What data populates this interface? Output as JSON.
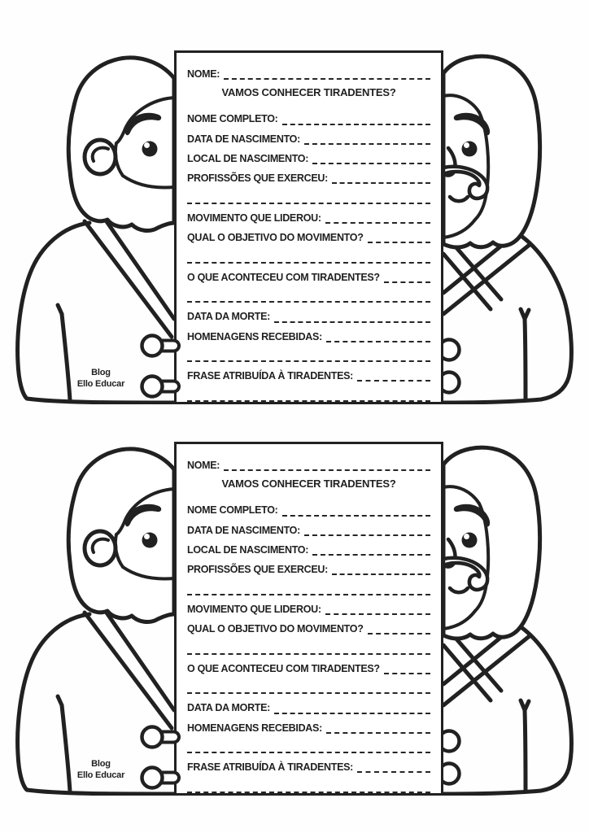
{
  "ink": "#212121",
  "background": "#ffffff",
  "copies": 2,
  "worksheet": {
    "name_field": {
      "label": "NOME:"
    },
    "title": "VAMOS CONHECER TIRADENTES?",
    "rows": [
      {
        "type": "field",
        "label": "NOME COMPLETO:"
      },
      {
        "type": "field",
        "label": "DATA DE NASCIMENTO:"
      },
      {
        "type": "field",
        "label": "LOCAL DE NASCIMENTO:"
      },
      {
        "type": "field",
        "label": "PROFISSÕES QUE EXERCEU:"
      },
      {
        "type": "blank"
      },
      {
        "type": "field",
        "label": "MOVIMENTO QUE LIDEROU:"
      },
      {
        "type": "field",
        "label": "QUAL O OBJETIVO DO MOVIMENTO?"
      },
      {
        "type": "blank"
      },
      {
        "type": "field",
        "label": "O QUE ACONTECEU COM TIRADENTES?"
      },
      {
        "type": "blank"
      },
      {
        "type": "field",
        "label": "DATA DA MORTE:"
      },
      {
        "type": "field",
        "label": "HOMENAGENS RECEBIDAS:"
      },
      {
        "type": "blank"
      },
      {
        "type": "field",
        "label": "FRASE ATRIBUÍDA À TIRADENTES:"
      },
      {
        "type": "blank"
      }
    ],
    "credit": {
      "line1": "Blog",
      "line2": "Ello Educar"
    }
  }
}
